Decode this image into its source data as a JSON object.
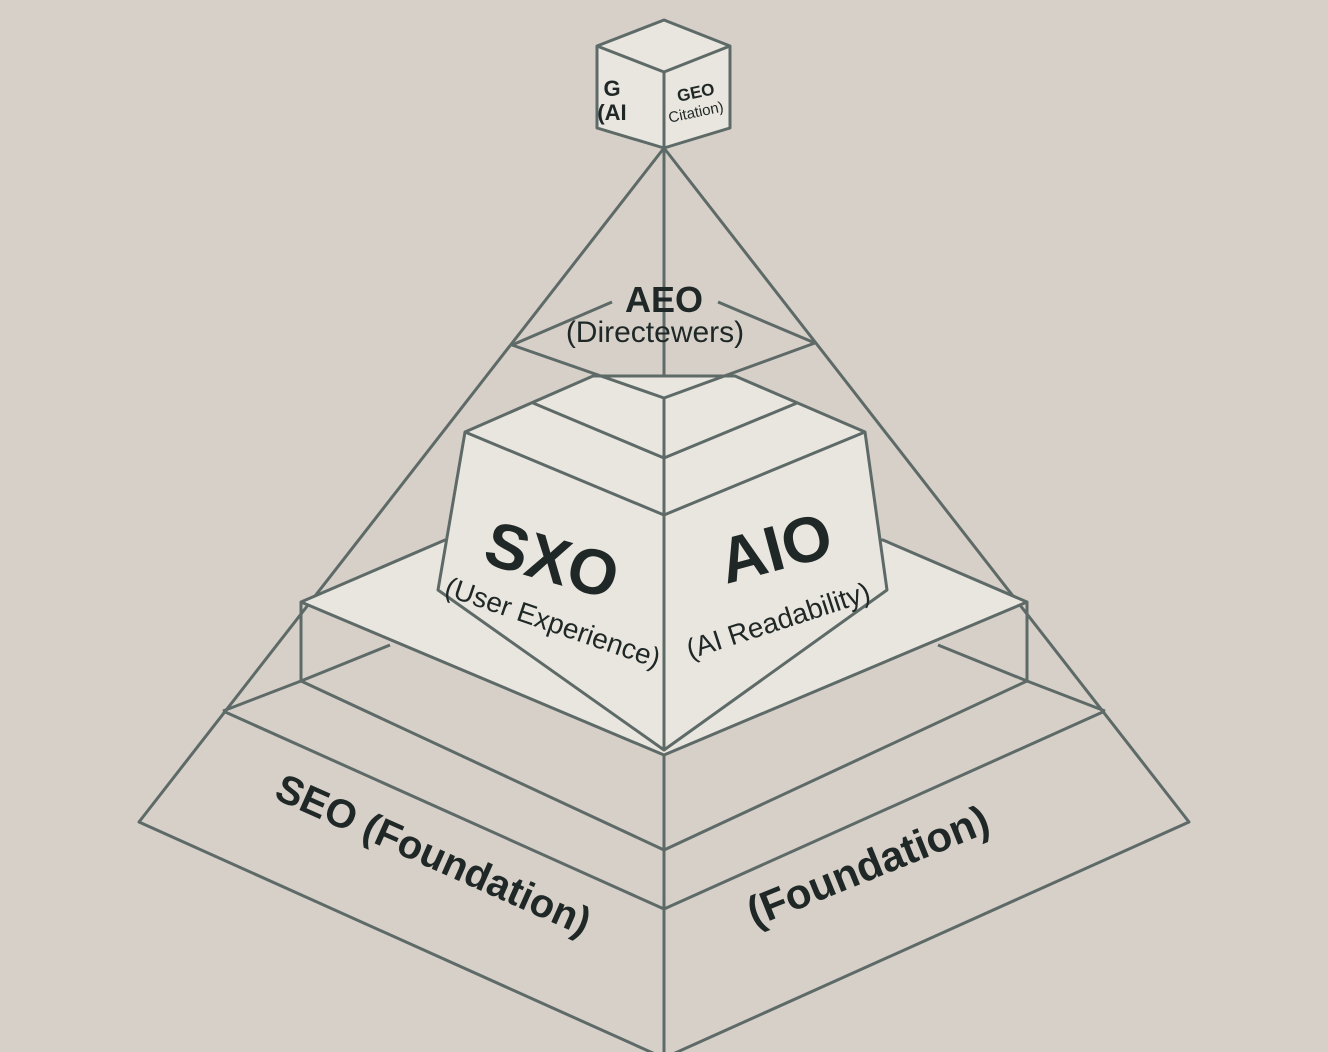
{
  "diagram": {
    "top_cube": {
      "left_face": [
        "G",
        "(AI"
      ],
      "right_face": [
        "GEO",
        "Citation)"
      ]
    },
    "aeo": {
      "title": "AEO",
      "subtitle": "(Directewers)"
    },
    "sxo": {
      "title": "SXO",
      "subtitle": "(User Experience)"
    },
    "aio": {
      "title": "AIO",
      "subtitle": "(AI Readability)"
    },
    "seo": {
      "left_label": "SEO (Foundation)",
      "right_label": "(Foundation)"
    }
  },
  "colors": {
    "background": "#d6d0c8",
    "face": "#e9e6df",
    "stroke": "#5e6a68",
    "text": "#1f2826"
  }
}
